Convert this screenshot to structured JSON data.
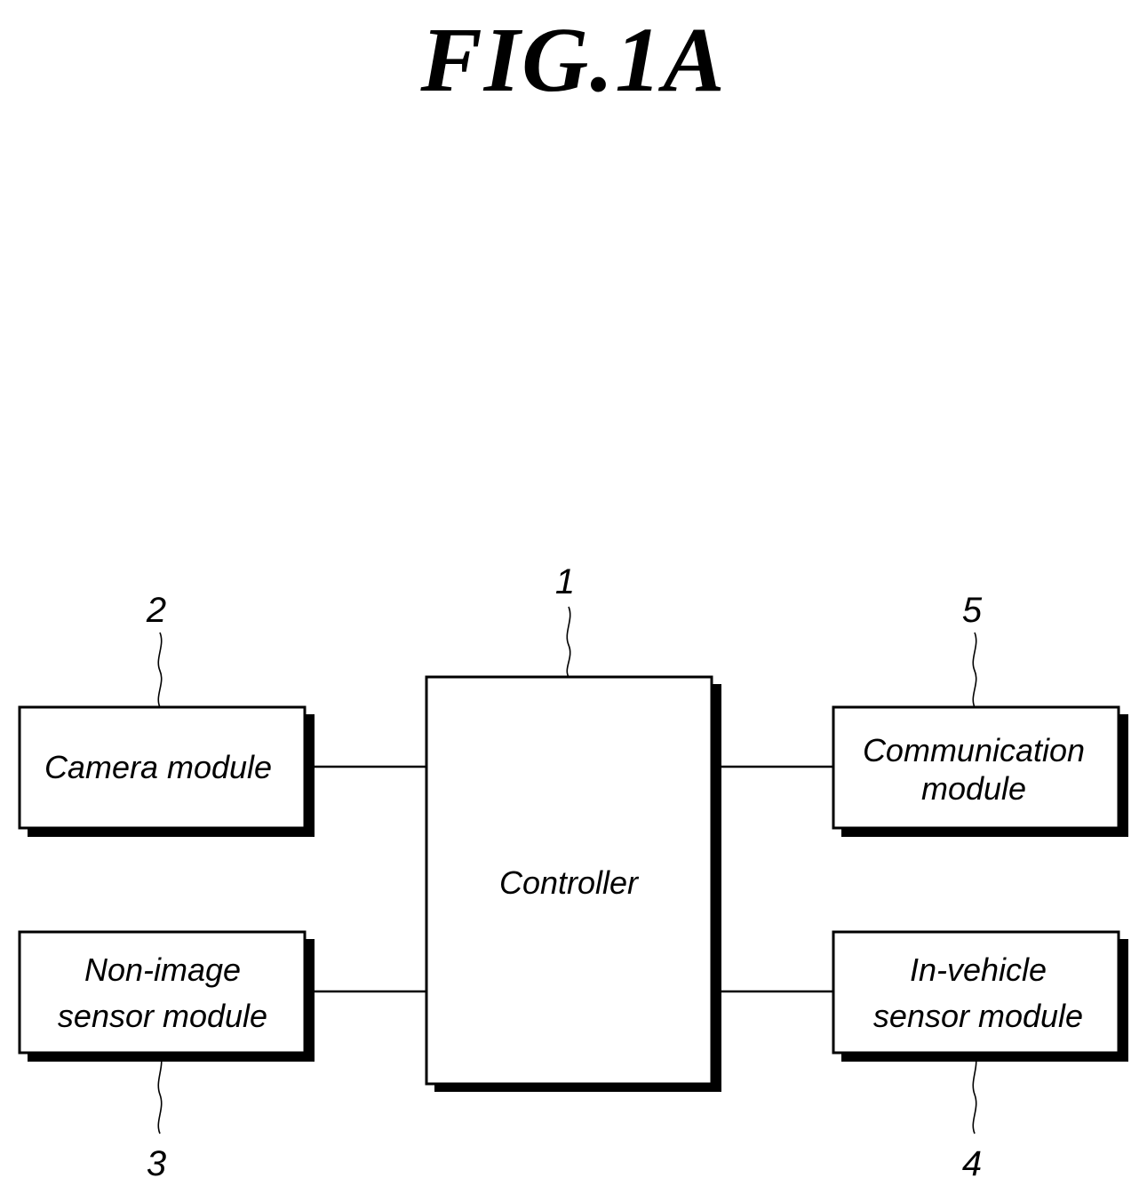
{
  "figure": {
    "title": "FIG.1A"
  },
  "blocks": {
    "controller": {
      "label": "Controller",
      "ref": "1"
    },
    "camera": {
      "label": "Camera module",
      "ref": "2"
    },
    "non_image": {
      "line1": "Non-image",
      "line2": "sensor module",
      "ref": "3"
    },
    "in_vehicle": {
      "line1": "In-vehicle",
      "line2": "sensor module",
      "ref": "4"
    },
    "communication": {
      "line1": "Communication",
      "line2": "module",
      "ref": "5"
    }
  }
}
